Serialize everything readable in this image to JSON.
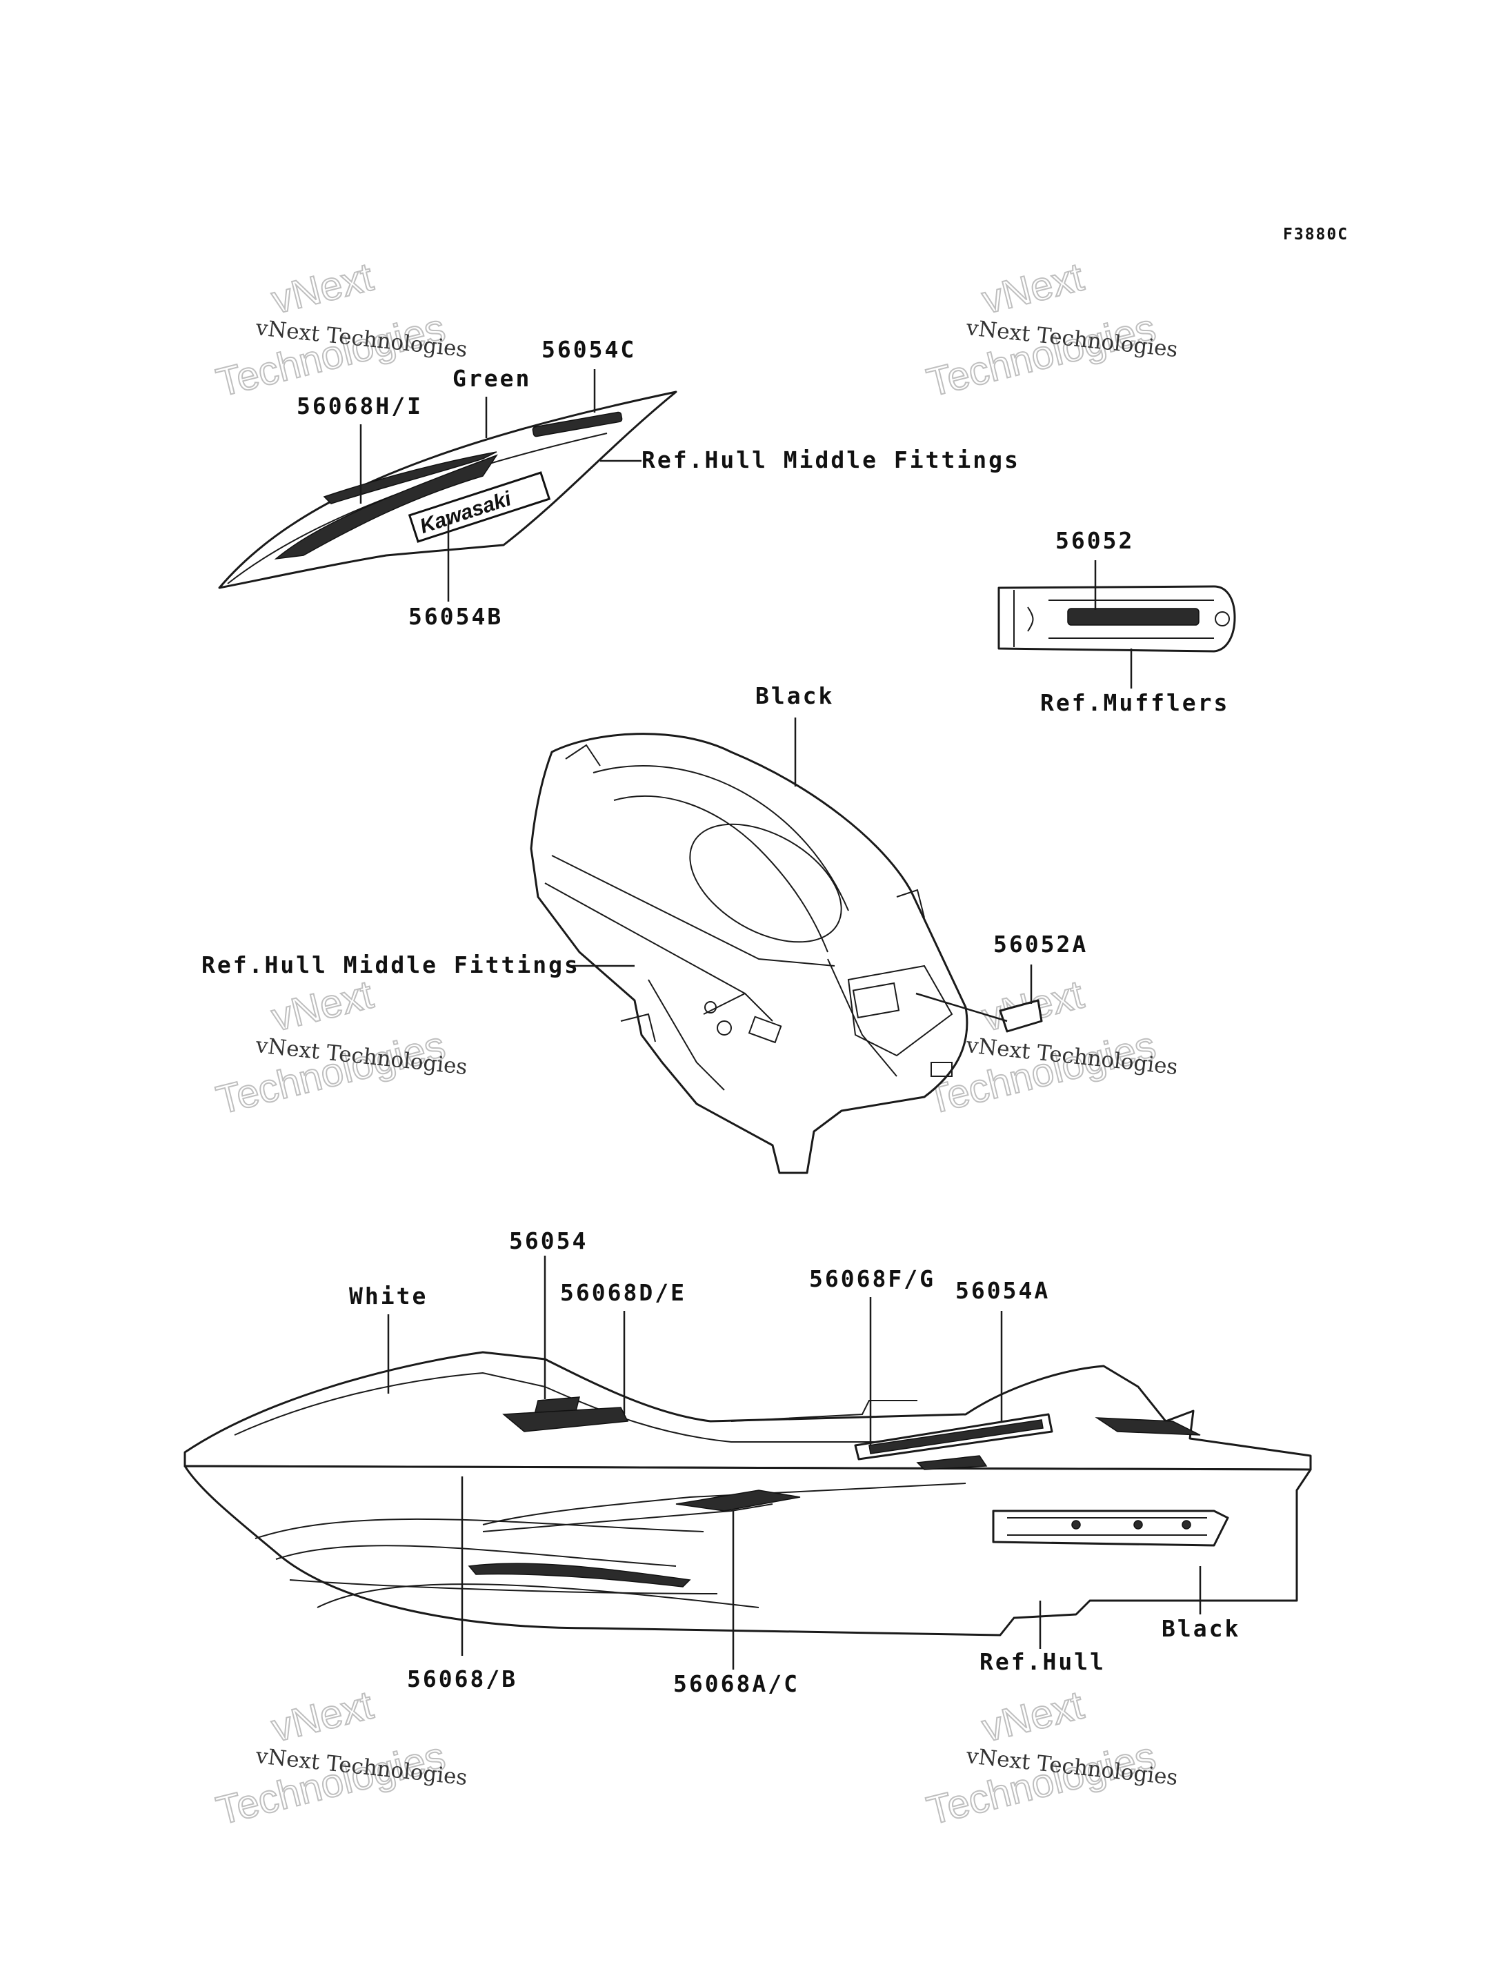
{
  "diagram_code": "F3880C",
  "watermark": {
    "line1": "vNext Technologies",
    "line2a": "vNext",
    "line2b": "Technologies"
  },
  "labels": {
    "p56054C": "56054C",
    "green": "Green",
    "p56068HI": "56068H/I",
    "ref_hull_middle_fittings_top": "Ref.Hull Middle Fittings",
    "p56054B": "56054B",
    "p56052": "56052",
    "ref_mufflers": "Ref.Mufflers",
    "black_middle": "Black",
    "p56052A": "56052A",
    "ref_hull_middle_fittings_mid": "Ref.Hull Middle Fittings",
    "p56054": "56054",
    "white": "White",
    "p56068DE": "56068D/E",
    "p56068FG": "56068F/G",
    "p56054A": "56054A",
    "p56068B": "56068/B",
    "p56068AC": "56068A/C",
    "ref_hull": "Ref.Hull",
    "black_bottom": "Black"
  },
  "decal_text": {
    "kawasaki": "Kawasaki"
  }
}
